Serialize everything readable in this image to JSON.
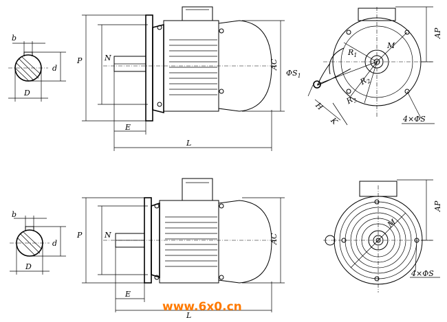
{
  "labels": {
    "b": "b",
    "d": "d",
    "D": "D",
    "P": "P",
    "N": "N",
    "E": "E",
    "L": "L",
    "AC": "AC",
    "AP": "AP",
    "M": "M",
    "R1": "R",
    "R1_sub": "1",
    "R2": "R",
    "R2_sub": "2",
    "R3": "R",
    "R3_sub": "3",
    "S1": "ΦS",
    "S1_sub": "1",
    "H": "H",
    "K": "K",
    "holes_top": "4×ΦS",
    "holes_bottom": "4×ΦS"
  },
  "watermark": "www.6x0.cn"
}
